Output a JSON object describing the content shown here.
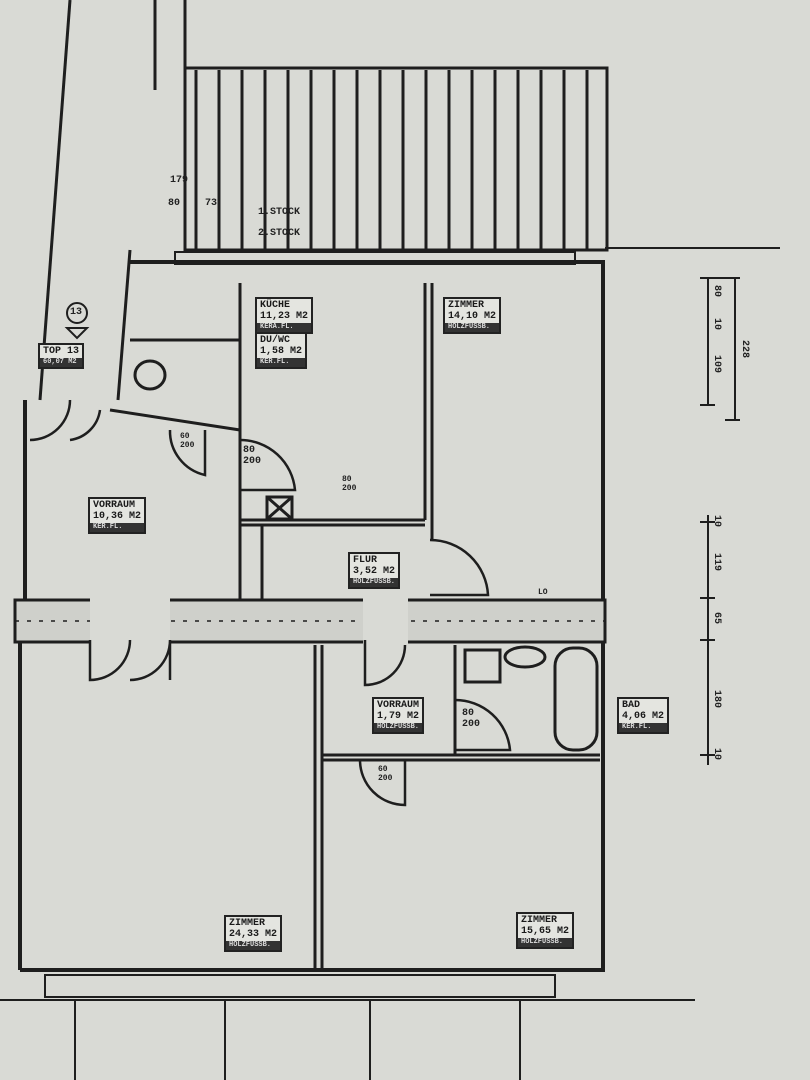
{
  "plan": {
    "unit_marker": "13",
    "top": {
      "name": "TOP 13",
      "area": "60,07 M2"
    },
    "balcony": {
      "level1": "1.STOCK",
      "level2": "2.STOCK",
      "dims": [
        "179",
        "80",
        "73"
      ]
    },
    "rooms": [
      {
        "id": "kueche",
        "name": "KÜCHE",
        "area": "11,23 M2",
        "floor": "KERA.FL."
      },
      {
        "id": "du-wc",
        "name": "DU/WC",
        "area": "1,58 M2",
        "floor": "KER.FL."
      },
      {
        "id": "zimmer-1",
        "name": "ZIMMER",
        "area": "14,10 M2",
        "floor": "HOLZFUSSB."
      },
      {
        "id": "vorraum-1",
        "name": "VORRAUM",
        "area": "10,36 M2",
        "floor": "KER.FL."
      },
      {
        "id": "flur",
        "name": "FLUR",
        "area": "3,52 M2",
        "floor": "HOLZFUSSB."
      },
      {
        "id": "vorraum-2",
        "name": "VORRAUM",
        "area": "1,79 M2",
        "floor": "HOLZFUSSB."
      },
      {
        "id": "bad",
        "name": "BAD",
        "area": "4,06 M2",
        "floor": "KER.FL."
      },
      {
        "id": "zimmer-2",
        "name": "ZIMMER",
        "area": "24,33 M2",
        "floor": "HOLZFUSSB."
      },
      {
        "id": "zimmer-3",
        "name": "ZIMMER",
        "area": "15,65 M2",
        "floor": "HOLZFUSSB."
      }
    ],
    "doors": {
      "d1": "80\n200",
      "d2": "80\n200",
      "d3": "60\n200",
      "d4": "60\n200",
      "d5": "80\n200"
    },
    "marks": {
      "lo": "LO"
    },
    "dims_right_top": [
      "80",
      "10",
      "109",
      "228"
    ],
    "dims_right_bottom": [
      "10",
      "119",
      "65",
      "180",
      "10"
    ]
  }
}
